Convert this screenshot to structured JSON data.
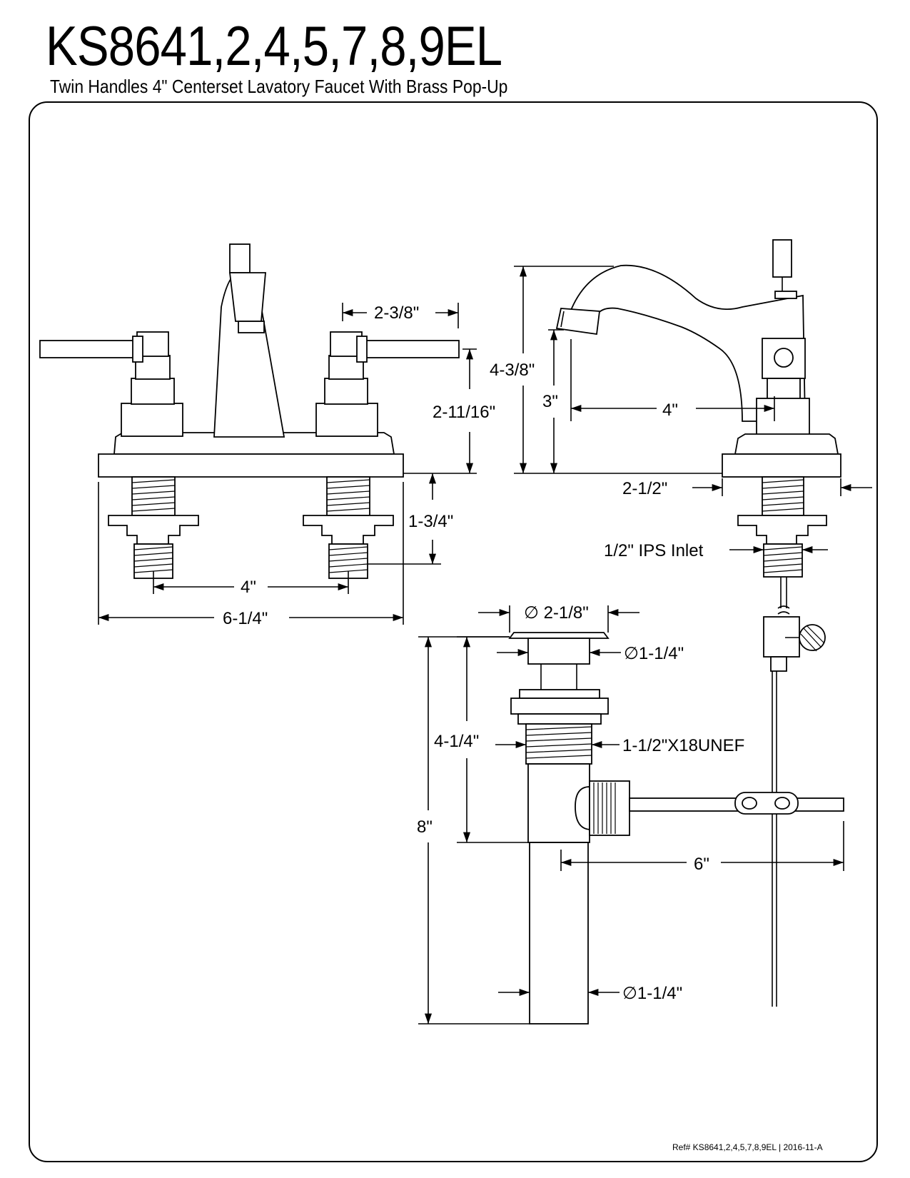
{
  "header": {
    "model": "KS8641,2,4,5,7,8,9EL",
    "description": "Twin Handles 4\" Centerset Lavatory Faucet With Brass Pop-Up"
  },
  "front_view": {
    "handle_offset": "2-3/8\"",
    "handle_height": "2-11/16\"",
    "shank_length": "1-3/4\"",
    "center_spacing": "4\"",
    "overall_width": "6-1/4\""
  },
  "side_view": {
    "overall_height": "4-3/8\"",
    "spout_height": "3\"",
    "spout_reach": "4\"",
    "base_depth": "2-1/2\"",
    "inlet": "1/2\" IPS Inlet"
  },
  "popup_drain": {
    "flange_diameter": "∅ 2-1/8\"",
    "stopper_diameter": "∅1-1/4\"",
    "body_height": "4-1/4\"",
    "overall_length": "8\"",
    "thread_spec": "1-1/2\"X18UNEF",
    "rod_length": "6\"",
    "tailpiece_diameter": "∅1-1/4\""
  },
  "footer": {
    "reference": "Ref# KS8641,2,4,5,7,8,9EL  |  2016-11-A"
  }
}
